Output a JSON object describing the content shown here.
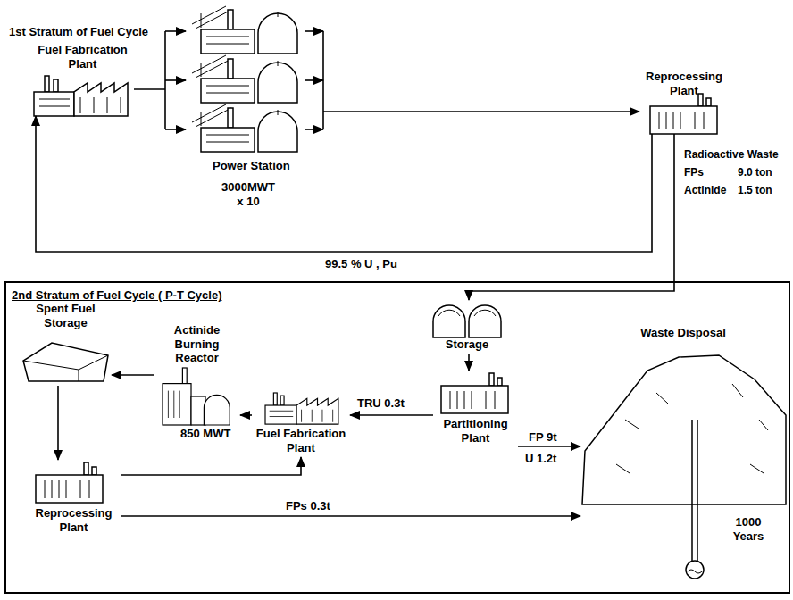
{
  "diagram": {
    "nodes": [
      {
        "text": [
          "Fuel Fabrication Plant"
        ]
      },
      {
        "text": [
          "Power Station",
          "3000MWT x 10"
        ]
      },
      {
        "text": [
          "Reprocessing Plant"
        ]
      },
      {
        "text": [
          "2nd Stratum of Fuel Cycle ( P-T Cycle)"
        ]
      },
      {
        "text": [
          "Storage"
        ],
        "in": 3
      },
      {
        "text": [
          "Partitioning Plant"
        ],
        "in": 3
      },
      {
        "text": [
          "Fuel Fabrication Plant"
        ],
        "in": 3
      },
      {
        "text": [
          "Actinide Burning Reactor",
          "850 MWT"
        ],
        "in": 3
      },
      {
        "text": [
          "Spent Fuel Storage"
        ],
        "in": 3
      },
      {
        "text": [
          "Reprocessing Plant"
        ],
        "in": 3
      },
      {
        "text": [
          "Waste Disposal",
          "1000 Years"
        ],
        "in": 3
      }
    ],
    "edges": [
      {
        "from": 0,
        "to": 1,
        "arrow": "to"
      },
      {
        "from": 1,
        "to": 2,
        "arrow": "to"
      },
      {
        "from": 2,
        "to": 0,
        "label": "99.5 % U , Pu",
        "arrow": "to"
      },
      {
        "from": 2,
        "to": 4,
        "arrow": "to"
      },
      {
        "from": 4,
        "to": 5,
        "arrow": "to"
      },
      {
        "from": 5,
        "to": 6,
        "label": "TRU 0.3t",
        "arrow": "to"
      },
      {
        "from": 5,
        "to": 10,
        "label": "FP 9t",
        "arrow": "to"
      },
      {
        "from": 6,
        "to": 7,
        "arrow": "to"
      },
      {
        "from": 7,
        "to": 8,
        "arrow": "to"
      },
      {
        "from": 8,
        "to": 9,
        "arrow": "to"
      },
      {
        "from": 9,
        "to": 6,
        "arrow": "to"
      },
      {
        "from": 9,
        "to": 10,
        "label": "FPs 0.3t",
        "arrow": "to"
      }
    ],
    "labels": [
      "1st Stratum of Fuel Cycle",
      "Radioactive Waste",
      "FPs",
      "9.0 ton",
      "Actinide",
      "1.5 ton",
      "U 1.2t"
    ]
  }
}
